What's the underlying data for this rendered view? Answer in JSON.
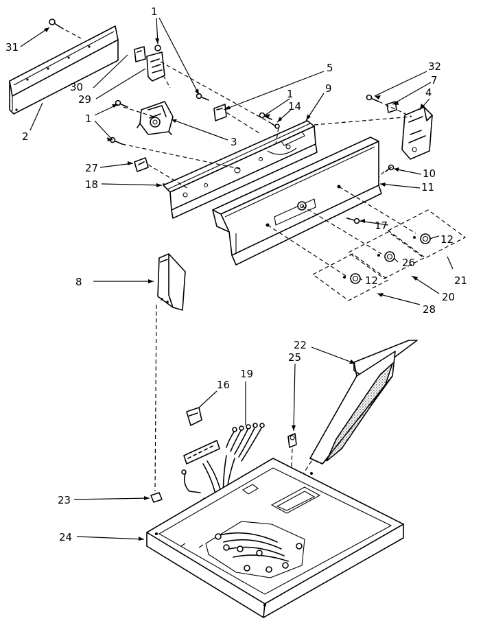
{
  "callouts": [
    {
      "id": "c1a",
      "text": "1"
    },
    {
      "id": "c1b",
      "text": "1"
    },
    {
      "id": "c1c",
      "text": "1"
    },
    {
      "id": "c2",
      "text": "2"
    },
    {
      "id": "c3",
      "text": "3"
    },
    {
      "id": "c4",
      "text": "4"
    },
    {
      "id": "c5",
      "text": "5"
    },
    {
      "id": "c7",
      "text": "7"
    },
    {
      "id": "c8",
      "text": "8"
    },
    {
      "id": "c9",
      "text": "9"
    },
    {
      "id": "c10",
      "text": "10"
    },
    {
      "id": "c11",
      "text": "11"
    },
    {
      "id": "c12a",
      "text": "12"
    },
    {
      "id": "c12b",
      "text": "12"
    },
    {
      "id": "c14",
      "text": "14"
    },
    {
      "id": "c16",
      "text": "16"
    },
    {
      "id": "c17",
      "text": "17"
    },
    {
      "id": "c18",
      "text": "18"
    },
    {
      "id": "c19",
      "text": "19"
    },
    {
      "id": "c20",
      "text": "20"
    },
    {
      "id": "c21",
      "text": "21"
    },
    {
      "id": "c22",
      "text": "22"
    },
    {
      "id": "c23",
      "text": "23"
    },
    {
      "id": "c24",
      "text": "24"
    },
    {
      "id": "c25",
      "text": "25"
    },
    {
      "id": "c26",
      "text": "26"
    },
    {
      "id": "c27",
      "text": "27"
    },
    {
      "id": "c28",
      "text": "28"
    },
    {
      "id": "c29",
      "text": "29"
    },
    {
      "id": "c30",
      "text": "30"
    },
    {
      "id": "c31",
      "text": "31"
    },
    {
      "id": "c32",
      "text": "32"
    }
  ]
}
